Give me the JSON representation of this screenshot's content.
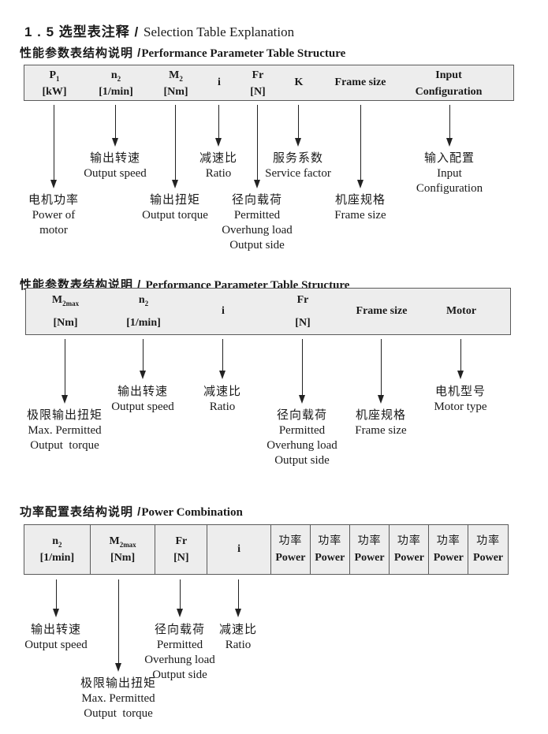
{
  "header": {
    "title_zh": "1 . 5 选型表注释 / ",
    "title_en": "Selection Table Explanation"
  },
  "colors": {
    "text": "#1a1a1a",
    "table_fill": "#ededed",
    "table_border": "#5a5a5a"
  },
  "sections": [
    {
      "heading_zh": "性能参数表结构说明 /",
      "heading_en": "Performance Parameter Table Structure",
      "columns": [
        {
          "sym": "P",
          "sub": "1",
          "unit": "[kW]"
        },
        {
          "sym": "n",
          "sub": "2",
          "unit": "[1/min]"
        },
        {
          "sym": "M",
          "sub": "2",
          "unit": "[Nm]"
        },
        {
          "sym": "i"
        },
        {
          "sym": "Fr",
          "unit": "[N]"
        },
        {
          "sym": "K"
        },
        {
          "sym": "Frame size"
        },
        {
          "line1": "Input",
          "line2": "Configuration"
        }
      ],
      "callouts": [
        {
          "lines": [
            "电机功率",
            "Power of",
            "motor"
          ]
        },
        {
          "lines": [
            "输出转速",
            "Output speed"
          ]
        },
        {
          "lines": [
            "输出扭矩",
            "Output torque"
          ]
        },
        {
          "lines": [
            "减速比",
            "Ratio"
          ]
        },
        {
          "lines": [
            "径向载荷",
            "Permitted",
            "Overhung load",
            "Output side"
          ]
        },
        {
          "lines": [
            "服务系数",
            "Service factor"
          ]
        },
        {
          "lines": [
            "机座规格",
            "Frame size"
          ]
        },
        {
          "lines": [
            "输入配置",
            "Input",
            "Configuration"
          ]
        }
      ]
    },
    {
      "heading_zh": "性能参数表结构说明 / ",
      "heading_en": "Performance Parameter Table Structure",
      "columns": [
        {
          "sym": "M",
          "sub": "2max",
          "unit": "[Nm]"
        },
        {
          "sym": "n",
          "sub": "2",
          "unit": "[1/min]"
        },
        {
          "sym": "i"
        },
        {
          "sym": "Fr",
          "unit": "[N]"
        },
        {
          "sym": "Frame size"
        },
        {
          "sym": "Motor"
        }
      ],
      "callouts": [
        {
          "lines": [
            "极限输出扭矩",
            "Max. Permitted",
            "Output  torque"
          ]
        },
        {
          "lines": [
            "输出转速",
            "Output speed"
          ]
        },
        {
          "lines": [
            "减速比",
            "Ratio"
          ]
        },
        {
          "lines": [
            "径向载荷",
            "Permitted",
            "Overhung load",
            "Output side"
          ]
        },
        {
          "lines": [
            "机座规格",
            "Frame size"
          ]
        },
        {
          "lines": [
            "电机型号",
            "Motor type"
          ]
        }
      ]
    },
    {
      "heading_zh": "功率配置表结构说明 /",
      "heading_en": "Power Combination",
      "columns": [
        {
          "sym": "n",
          "sub": "2",
          "unit": "[1/min]"
        },
        {
          "sym": "M",
          "sub": "2max",
          "unit": "[Nm]"
        },
        {
          "sym": "Fr",
          "unit": "[N]"
        },
        {
          "sym": "i"
        },
        {
          "zh": "功率",
          "en": "Power"
        },
        {
          "zh": "功率",
          "en": "Power"
        },
        {
          "zh": "功率",
          "en": "Power"
        },
        {
          "zh": "功率",
          "en": "Power"
        },
        {
          "zh": "功率",
          "en": "Power"
        },
        {
          "zh": "功率",
          "en": "Power"
        }
      ],
      "callouts": [
        {
          "lines": [
            "输出转速",
            "Output speed"
          ]
        },
        {
          "lines": [
            "极限输出扭矩",
            "Max. Permitted",
            "Output  torque"
          ]
        },
        {
          "lines": [
            "径向载荷",
            "Permitted",
            "Overhung load",
            "Output side"
          ]
        },
        {
          "lines": [
            "减速比",
            "Ratio"
          ]
        }
      ]
    }
  ]
}
